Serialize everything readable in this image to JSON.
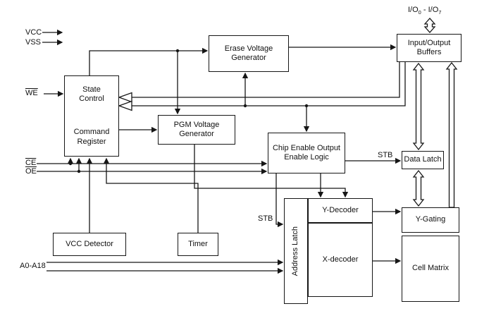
{
  "signals": {
    "vcc": "VCC",
    "vss": "VSS",
    "we": "WE",
    "ce": "CE",
    "oe": "OE",
    "addr_bus": "A0-A18",
    "stb_data_latch": "STB",
    "stb_addr_latch": "STB",
    "io_pre": "I/O",
    "io_sub_lo": "0",
    "io_dash": " - ",
    "io_pre2": "I/O",
    "io_sub_hi": "7"
  },
  "blocks": {
    "erase_voltage_generator": "Erase Voltage Generator",
    "io_buffers": "Input/Output Buffers",
    "state_control": "State Control",
    "command_register": "Command Register",
    "pgm_voltage_generator": "PGM Voltage Generator",
    "chip_enable_logic": "Chip Enable Output Enable Logic",
    "data_latch": "Data Latch",
    "y_gating": "Y-Gating",
    "cell_matrix": "Cell Matrix",
    "y_decoder": "Y-Decoder",
    "x_decoder": "X-decoder",
    "address_latch": "Address Latch",
    "vcc_detector": "VCC Detector",
    "timer": "Timer"
  },
  "colors": {
    "line": "#161616",
    "background": "#ffffff",
    "box_border": "#161616"
  }
}
